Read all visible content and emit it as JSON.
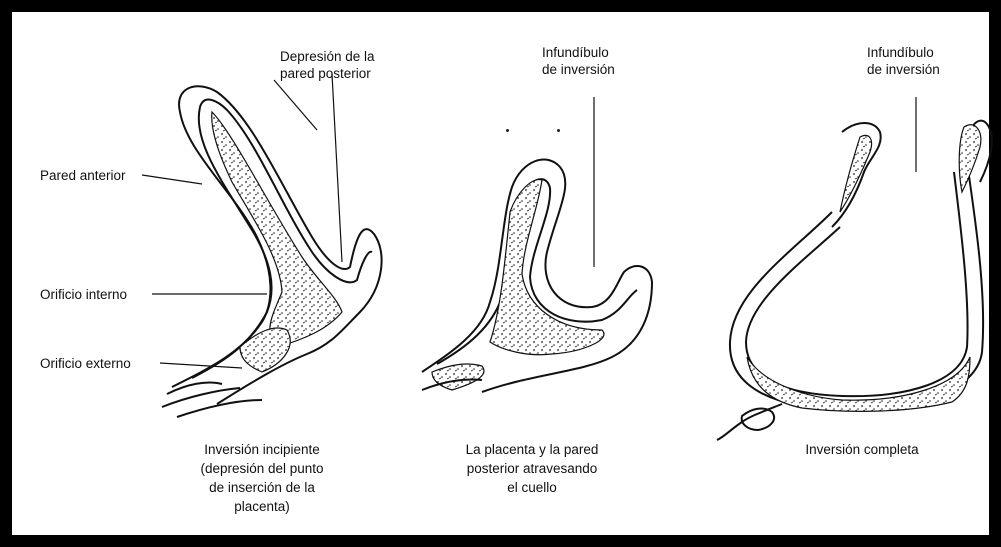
{
  "labels": {
    "depresion_line1": "Depresión de la",
    "depresion_line2": "pared posterior",
    "infundibulo_mid_line1": "Infundíbulo",
    "infundibulo_mid_line2": "de inversión",
    "infundibulo_right_line1": "Infundíbulo",
    "infundibulo_right_line2": "de inversión",
    "pared_anterior": "Pared anterior",
    "orificio_interno": "Orificio interno",
    "orificio_externo": "Orificio externo"
  },
  "captions": {
    "left": [
      "Inversión incipiente",
      "(depresión del punto",
      "de inserción de la",
      "placenta)"
    ],
    "middle": [
      "La placenta y la pared",
      "posterior atravesando",
      "el cuello"
    ],
    "right": [
      "Inversión completa"
    ]
  },
  "colors": {
    "ink": "#111111",
    "frame": "#000000",
    "paper": "#ffffff"
  }
}
